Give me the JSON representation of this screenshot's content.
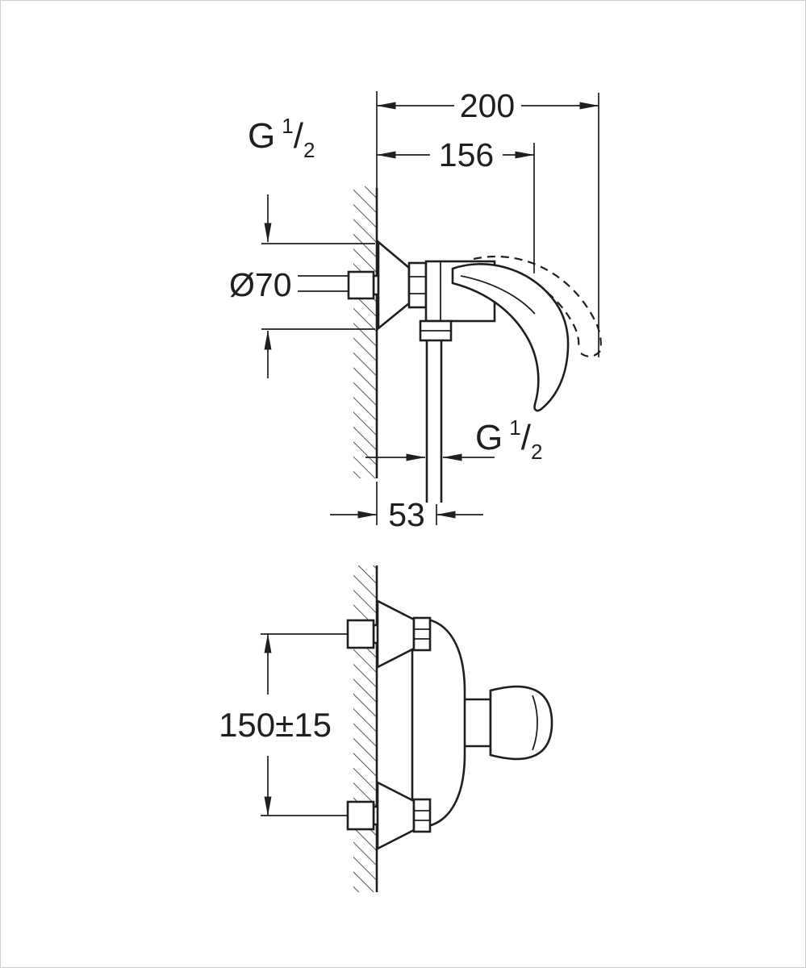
{
  "colors": {
    "line": "#1f1f1f",
    "background": "#ffffff",
    "border": "#cfcfcf"
  },
  "top_view": {
    "dim_overall_depth": "200",
    "dim_handle_depth": "156",
    "supply_thread": {
      "prefix": "G",
      "numerator": "1",
      "slash": "/",
      "denominator": "2"
    },
    "escutcheon_diameter": "Ø70",
    "outlet_thread": {
      "prefix": "G",
      "numerator": "1",
      "slash": "/",
      "denominator": "2"
    },
    "dim_outlet_offset": "53"
  },
  "front_view": {
    "dim_supply_spacing": "150±15"
  }
}
